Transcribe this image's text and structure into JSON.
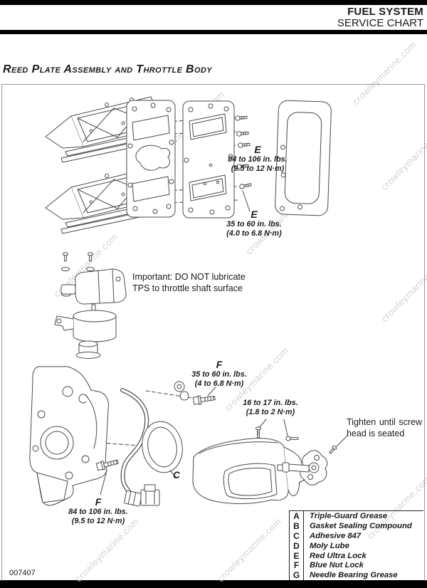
{
  "header": {
    "title": "FUEL SYSTEM",
    "subtitle": "SERVICE CHART"
  },
  "section_title": "Reed Plate Assembly and Throttle Body",
  "watermark": "crowleymarine.com",
  "callouts": {
    "e1": {
      "letter": "E",
      "line1": "84 to 106 in. lbs.",
      "line2": "(9.5 to 12 N·m)"
    },
    "e2": {
      "letter": "E",
      "line1": "35 to 60 in. lbs.",
      "line2": "(4.0 to 6.8 N·m)"
    },
    "f1": {
      "letter": "F",
      "line1": "35 to 60 in. lbs.",
      "line2": "(4 to 6.8 N·m)"
    },
    "t1": {
      "line1": "16 to 17 in. lbs.",
      "line2": "(1.8 to 2 N·m)"
    },
    "f2": {
      "letter": "F",
      "line1": "84 to 106 in. lbs.",
      "line2": "(9.5 to 12 N·m)"
    }
  },
  "notes": {
    "tps_line1": "Important: DO NOT lubricate",
    "tps_line2": "TPS to throttle shaft surface",
    "tighten": "Tighten until screw head is seated"
  },
  "part_labels": {
    "c": "C"
  },
  "legend": {
    "rows": [
      {
        "code": "A",
        "label": "Triple-Guard Grease"
      },
      {
        "code": "B",
        "label": "Gasket Sealing Compound"
      },
      {
        "code": "C",
        "label": "Adhesive 847"
      },
      {
        "code": "D",
        "label": "Moly Lube"
      },
      {
        "code": "E",
        "label": "Red Ultra Lock"
      },
      {
        "code": "F",
        "label": "Blue Nut Lock"
      },
      {
        "code": "G",
        "label": "Needle Bearing Grease"
      }
    ]
  },
  "footer": {
    "figure_number": "007407"
  },
  "colors": {
    "ink": "#1a1a1a",
    "line": "#4a4a4a",
    "watermark": "#cbcbcb"
  }
}
